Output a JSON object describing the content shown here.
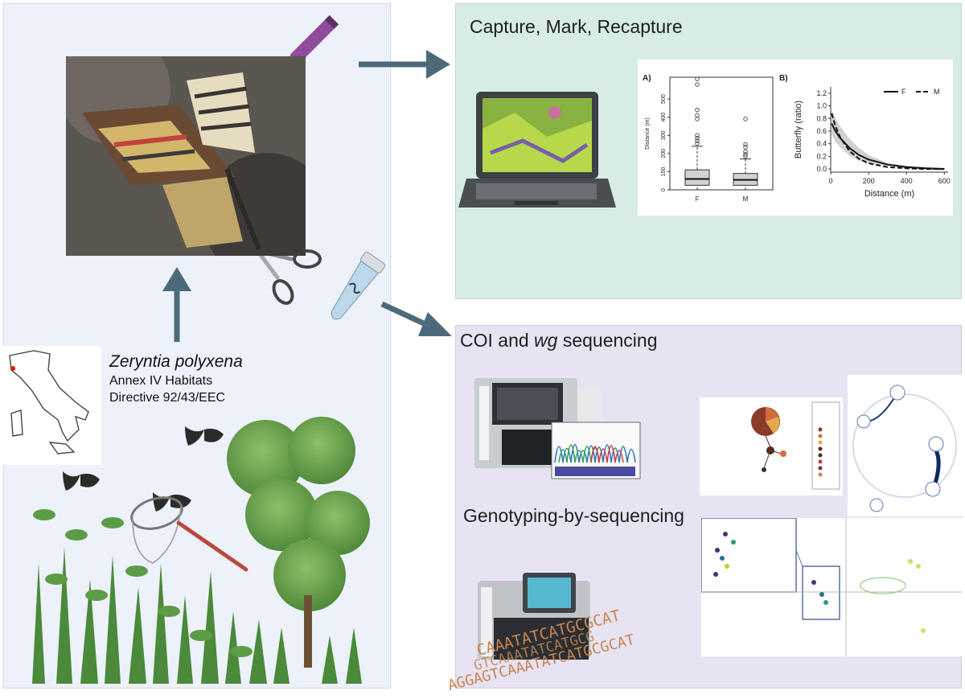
{
  "left": {
    "species_name": "Zeryntia polyxena",
    "habitats_line": "Annex IV Habitats",
    "directive_line": "Directive 92/43/EEC"
  },
  "top": {
    "title": "Capture, Mark, Recapture"
  },
  "bottom": {
    "title_pre": "COI and ",
    "title_italic": "wg",
    "title_post": " sequencing",
    "gbs_title": "Genotyping-by-sequencing"
  },
  "dna": {
    "line1": "CAAATATCATGCGCAT",
    "line2": "GTCAAATATCATGCG",
    "line3": "AGGAGTCAAATATCATGCGCAT"
  },
  "chart_data": [
    {
      "type": "box",
      "panel_label": "A)",
      "ylabel": "Distance (m)",
      "categories": [
        "F",
        "M"
      ],
      "yticks": [
        0,
        100,
        200,
        300,
        400,
        500
      ],
      "ylim": [
        0,
        620
      ],
      "boxes": [
        {
          "name": "F",
          "whisker_low": 0,
          "q1": 25,
          "median": 60,
          "q3": 110,
          "whisker_high": 240,
          "outliers": [
            255,
            270,
            285,
            300,
            390,
            410,
            440,
            580,
            610
          ]
        },
        {
          "name": "M",
          "whisker_low": 0,
          "q1": 25,
          "median": 55,
          "q3": 90,
          "whisker_high": 170,
          "outliers": [
            185,
            195,
            210,
            235,
            250,
            390
          ]
        }
      ]
    },
    {
      "type": "line",
      "panel_label": "B)",
      "xlabel": "Distance (m)",
      "ylabel": "Butterfly (ratio)",
      "xticks": [
        0,
        200,
        400,
        600
      ],
      "yticks": [
        0.0,
        0.2,
        0.4,
        0.6,
        0.8,
        1.0,
        1.2
      ],
      "xlim": [
        0,
        620
      ],
      "ylim": [
        -0.05,
        1.3
      ],
      "legend_position": "top-right",
      "series": [
        {
          "name": "F",
          "x": [
            5,
            25,
            50,
            100,
            150,
            200,
            300,
            400,
            500,
            600
          ],
          "y": [
            0.72,
            0.6,
            0.49,
            0.33,
            0.22,
            0.15,
            0.07,
            0.03,
            0.01,
            0.0
          ]
        },
        {
          "name": "M",
          "x": [
            5,
            25,
            50,
            100,
            150,
            200,
            300,
            400,
            500,
            600
          ],
          "y": [
            0.88,
            0.68,
            0.5,
            0.28,
            0.16,
            0.09,
            0.03,
            0.01,
            0.0,
            0.0
          ]
        }
      ]
    }
  ]
}
